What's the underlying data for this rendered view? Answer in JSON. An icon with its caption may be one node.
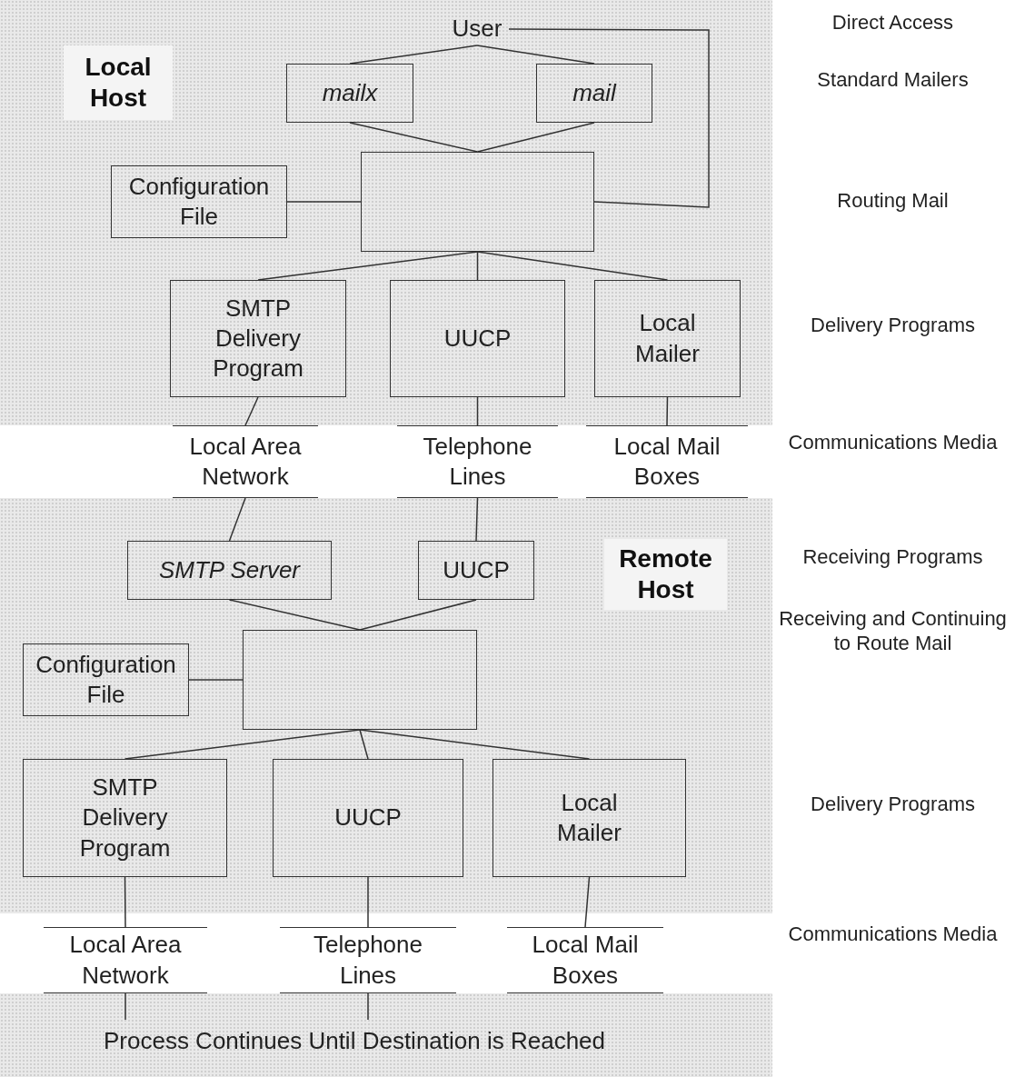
{
  "diagram": {
    "nodes": [
      {
        "text": [
          "Local Host"
        ]
      },
      {
        "text": [
          "User"
        ],
        "in": 0
      },
      {
        "text": [
          "mailx"
        ],
        "in": 0
      },
      {
        "text": [
          "mail"
        ],
        "in": 0
      },
      {
        "text": [
          "Configuration File"
        ],
        "in": 0
      },
      {
        "text": [],
        "shape": "box",
        "in": 0
      },
      {
        "text": [
          "SMTP Delivery Program"
        ],
        "in": 0
      },
      {
        "text": [
          "UUCP"
        ],
        "in": 0
      },
      {
        "text": [
          "Local Mailer"
        ],
        "in": 0
      },
      {
        "text": [
          "Local Area Network"
        ]
      },
      {
        "text": [
          "Telephone Lines"
        ]
      },
      {
        "text": [
          "Local Mail Boxes"
        ]
      },
      {
        "text": [
          "Remote Host"
        ]
      },
      {
        "text": [
          "SMTP Server"
        ],
        "in": 12
      },
      {
        "text": [
          "UUCP"
        ],
        "in": 12
      },
      {
        "text": [
          "Configuration File"
        ],
        "in": 12
      },
      {
        "text": [],
        "shape": "box",
        "in": 12
      },
      {
        "text": [
          "SMTP Delivery Program"
        ],
        "in": 12
      },
      {
        "text": [
          "UUCP"
        ],
        "in": 12
      },
      {
        "text": [
          "Local Mailer"
        ],
        "in": 12
      },
      {
        "text": [
          "Local Area Network"
        ]
      },
      {
        "text": [
          "Telephone Lines"
        ]
      },
      {
        "text": [
          "Local Mail Boxes"
        ]
      },
      {
        "text": [
          "Process Continues Until Destination is Reached"
        ]
      }
    ],
    "edges": [
      {
        "from": 1,
        "to": 2,
        "arrow": "none"
      },
      {
        "from": 1,
        "to": 3,
        "arrow": "none"
      },
      {
        "from": 1,
        "to": 5,
        "arrow": "none"
      },
      {
        "from": 2,
        "to": 5,
        "arrow": "none"
      },
      {
        "from": 3,
        "to": 5,
        "arrow": "none"
      },
      {
        "from": 4,
        "to": 5,
        "arrow": "none"
      },
      {
        "from": 5,
        "to": 6,
        "arrow": "none"
      },
      {
        "from": 5,
        "to": 7,
        "arrow": "none"
      },
      {
        "from": 5,
        "to": 8,
        "arrow": "none"
      },
      {
        "from": 6,
        "to": 9,
        "arrow": "none"
      },
      {
        "from": 7,
        "to": 10,
        "arrow": "none"
      },
      {
        "from": 8,
        "to": 11,
        "arrow": "none"
      },
      {
        "from": 9,
        "to": 13,
        "arrow": "none"
      },
      {
        "from": 10,
        "to": 14,
        "arrow": "none"
      },
      {
        "from": 13,
        "to": 16,
        "arrow": "none"
      },
      {
        "from": 14,
        "to": 16,
        "arrow": "none"
      },
      {
        "from": 15,
        "to": 16,
        "arrow": "none"
      },
      {
        "from": 16,
        "to": 17,
        "arrow": "none"
      },
      {
        "from": 16,
        "to": 18,
        "arrow": "none"
      },
      {
        "from": 16,
        "to": 19,
        "arrow": "none"
      },
      {
        "from": 17,
        "to": 20,
        "arrow": "none"
      },
      {
        "from": 18,
        "to": 21,
        "arrow": "none"
      },
      {
        "from": 19,
        "to": 22,
        "arrow": "none"
      },
      {
        "from": 20,
        "to": 23,
        "arrow": "none"
      },
      {
        "from": 21,
        "to": 23,
        "arrow": "none"
      }
    ],
    "labels": [
      "Direct Access",
      "Standard Mailers",
      "Routing Mail",
      "Delivery Programs",
      "Communications Media",
      "Receiving Programs",
      "Receiving and Continuing to Route Mail",
      "Delivery Programs",
      "Communications Media"
    ]
  }
}
